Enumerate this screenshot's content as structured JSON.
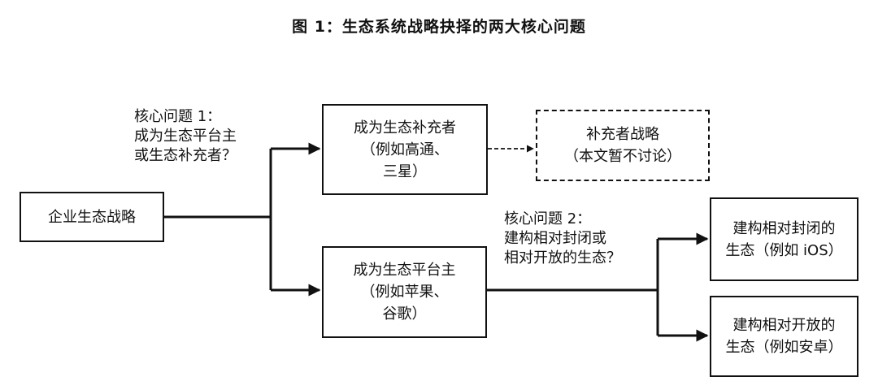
{
  "title": "图 1：生态系统战略抉择的两大核心问题",
  "nodes": {
    "enterprise": {
      "lines": [
        "企业生态战略"
      ]
    },
    "complementor": {
      "lines": [
        "成为生态补充者",
        "（例如高通、",
        "三星）"
      ]
    },
    "complementor_strategy": {
      "lines": [
        "补充者战略",
        "（本文暂不讨论）"
      ]
    },
    "platform_owner": {
      "lines": [
        "成为生态平台主",
        "（例如苹果、",
        "谷歌）"
      ]
    },
    "closed_ecosystem": {
      "lines": [
        "建构相对封闭的",
        "生态（例如 iOS）"
      ]
    },
    "open_ecosystem": {
      "lines": [
        "建构相对开放的",
        "生态（例如安卓）"
      ]
    }
  },
  "questions": {
    "q1": {
      "lines": [
        "核心问题 1：",
        "成为生态平台主",
        "或生态补充者？"
      ]
    },
    "q2": {
      "lines": [
        "核心问题 2：",
        "建构相对封闭或",
        "相对开放的生态？"
      ]
    }
  }
}
